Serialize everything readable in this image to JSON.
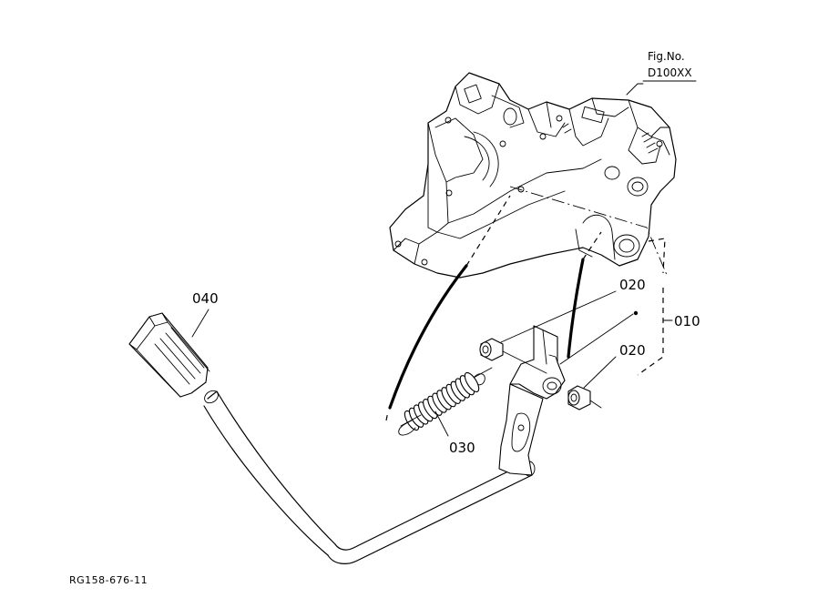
{
  "figure": {
    "fig_label": "Fig.No.",
    "fig_number": "D100XX",
    "drawing_code": "RG158-676-11"
  },
  "callouts": {
    "pedal_pad": "040",
    "bushing_upper": "020",
    "pedal_assembly": "010",
    "bushing_lower": "020",
    "return_spring": "030"
  }
}
